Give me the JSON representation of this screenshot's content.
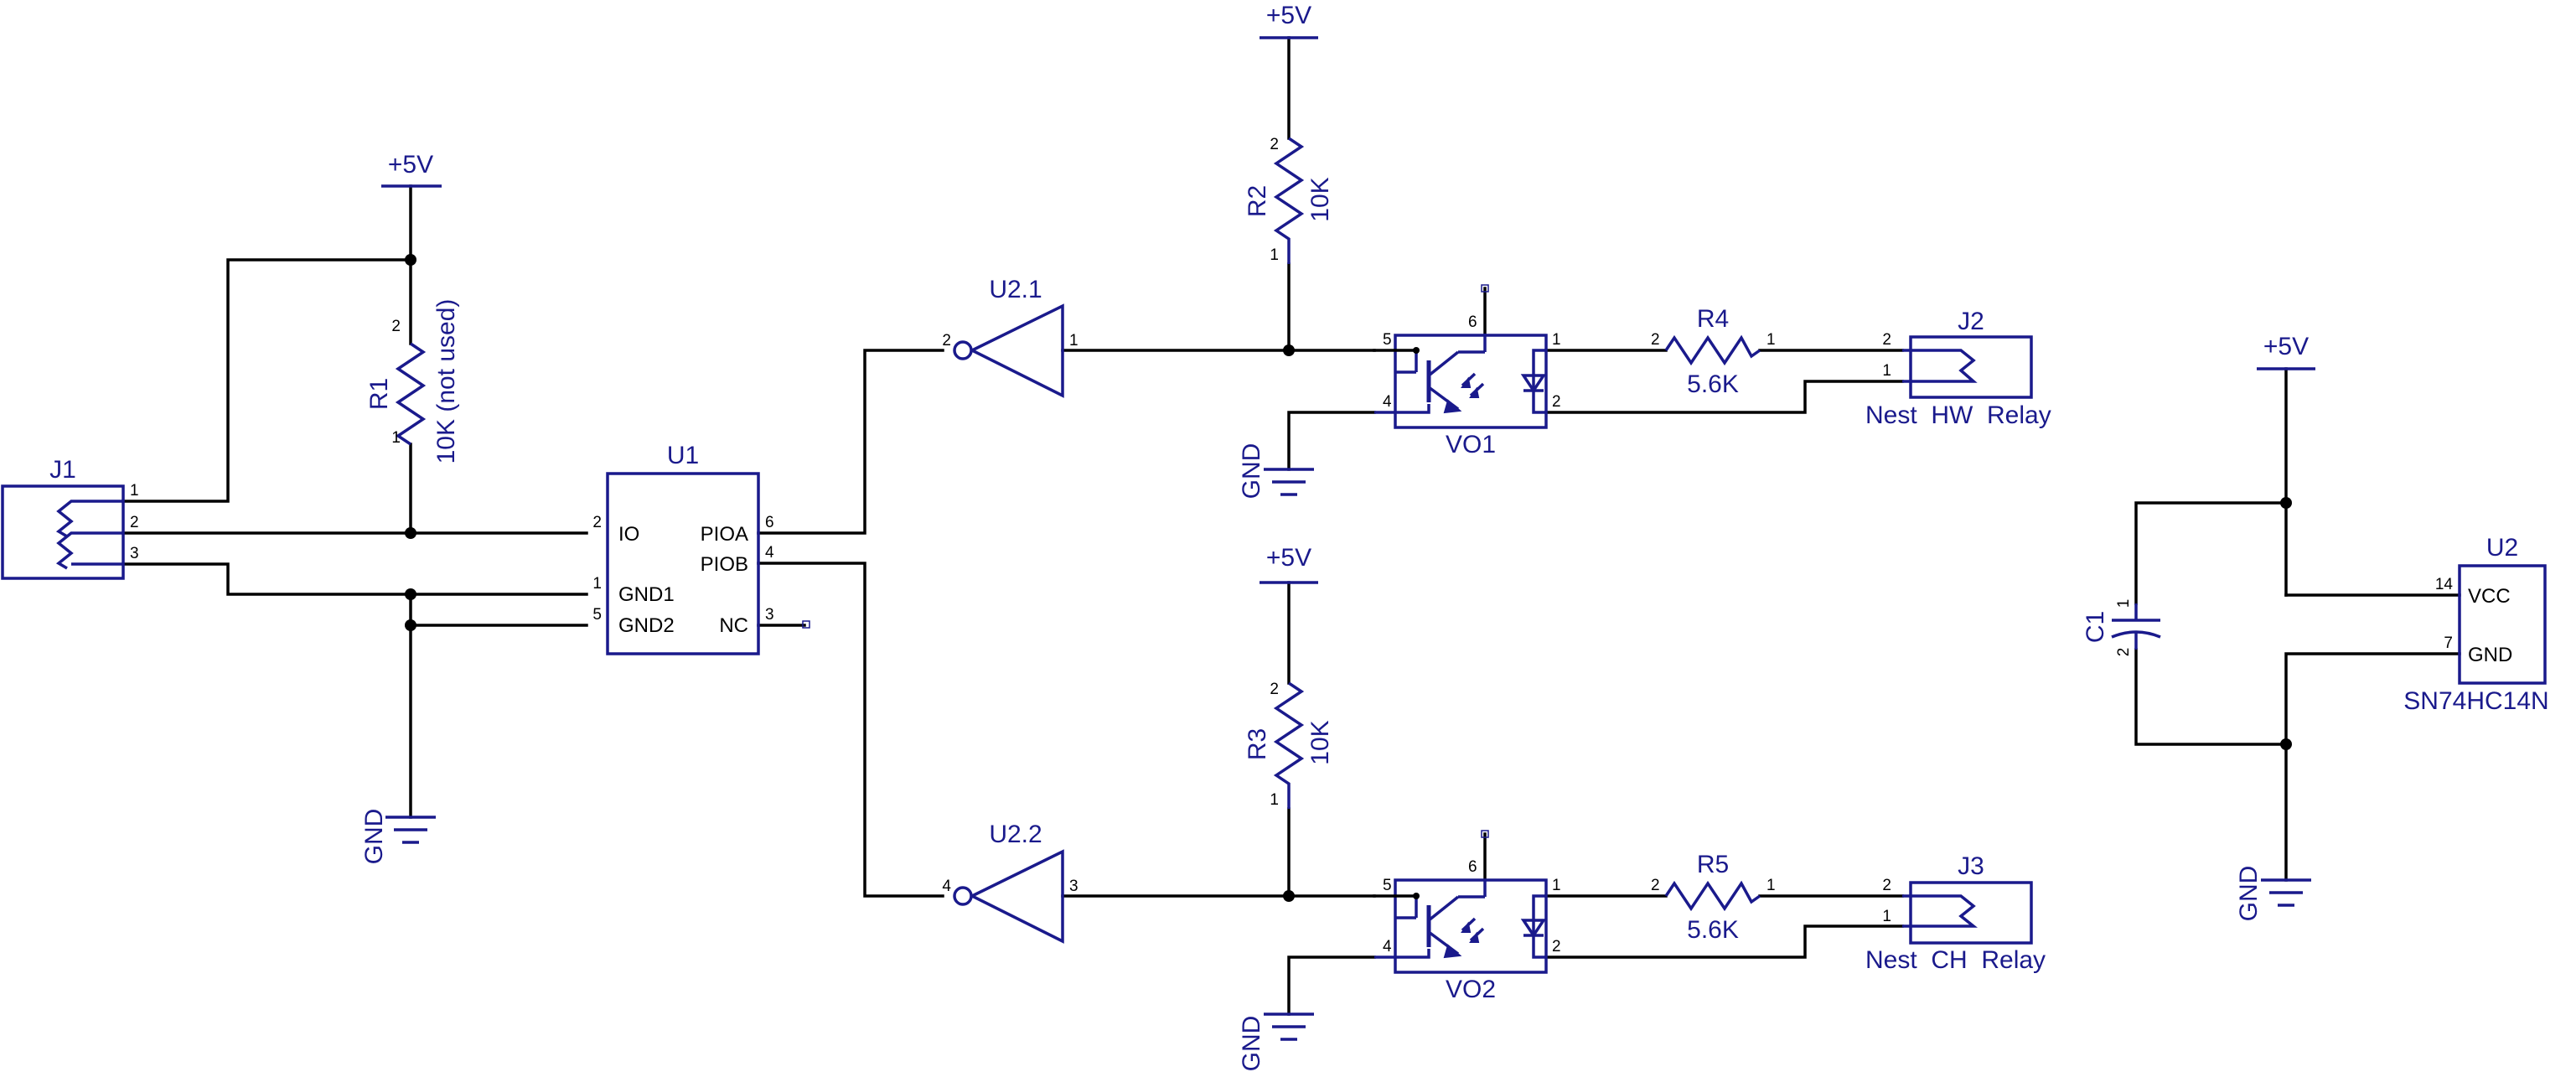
{
  "power": {
    "vcc": "+5V",
    "gnd": "GND"
  },
  "J1": {
    "ref": "J1",
    "pins": [
      "1",
      "2",
      "3"
    ]
  },
  "R1": {
    "ref": "R1",
    "value": "10K (not used)",
    "pin1": "1",
    "pin2": "2"
  },
  "U1": {
    "ref": "U1",
    "pins": {
      "io": "IO",
      "gnd1": "GND1",
      "gnd2": "GND2",
      "pioa": "PIOA",
      "piob": "PIOB",
      "nc": "NC"
    },
    "nums": {
      "io": "2",
      "gnd1": "1",
      "gnd2": "5",
      "pioa": "6",
      "piob": "4",
      "nc": "3"
    }
  },
  "U2_1": {
    "ref": "U2.1",
    "in": "2",
    "out": "1"
  },
  "U2_2": {
    "ref": "U2.2",
    "in": "4",
    "out": "3"
  },
  "R2": {
    "ref": "R2",
    "value": "10K",
    "pin1": "1",
    "pin2": "2"
  },
  "R3": {
    "ref": "R3",
    "value": "10K",
    "pin1": "1",
    "pin2": "2"
  },
  "VO1": {
    "ref": "VO1",
    "p5": "5",
    "p4": "4",
    "p6": "6",
    "p1": "1",
    "p2": "2"
  },
  "VO2": {
    "ref": "VO2",
    "p5": "5",
    "p4": "4",
    "p6": "6",
    "p1": "1",
    "p2": "2"
  },
  "R4": {
    "ref": "R4",
    "value": "5.6K",
    "pin1": "1",
    "pin2": "2"
  },
  "R5": {
    "ref": "R5",
    "value": "5.6K",
    "pin1": "1",
    "pin2": "2"
  },
  "J2": {
    "ref": "J2",
    "label": "Nest  HW  Relay",
    "p1": "1",
    "p2": "2"
  },
  "J3": {
    "ref": "J3",
    "label": "Nest  CH  Relay",
    "p1": "1",
    "p2": "2"
  },
  "C1": {
    "ref": "C1",
    "pin1": "1",
    "pin2": "2"
  },
  "U2": {
    "ref": "U2",
    "part": "SN74HC14N",
    "vcc": "VCC",
    "gnd": "GND",
    "vcc_num": "14",
    "gnd_num": "7"
  },
  "colors": {
    "symbol": "#1a1a8c",
    "wire": "#000000"
  }
}
